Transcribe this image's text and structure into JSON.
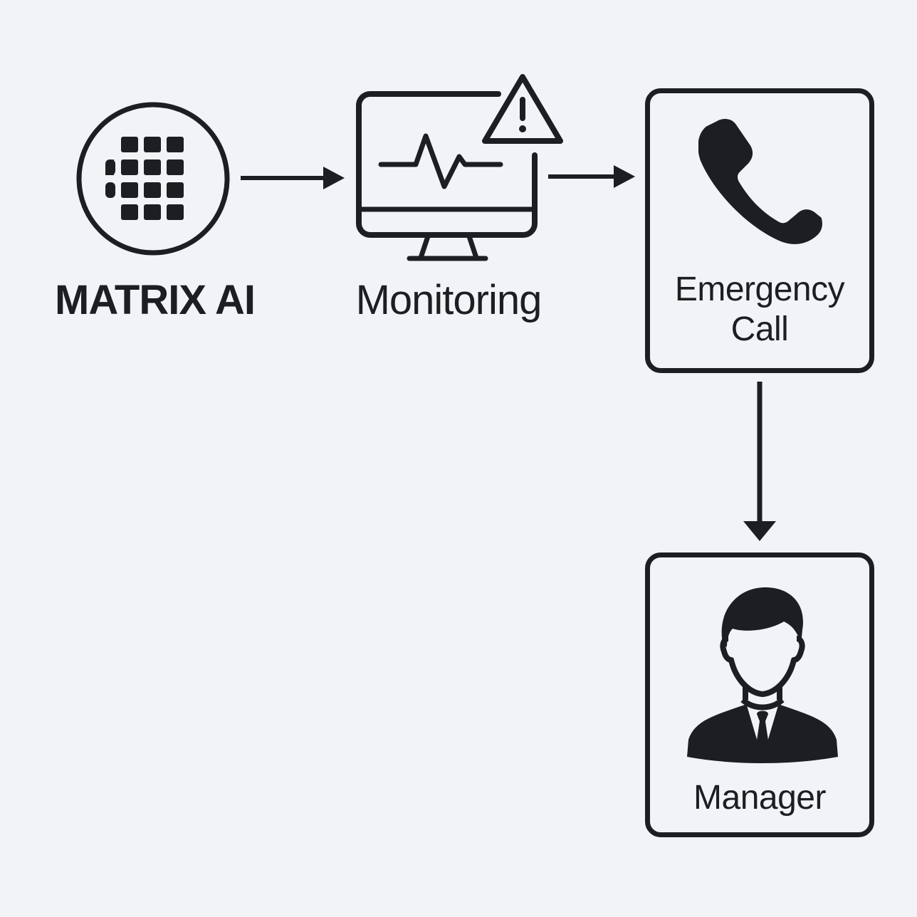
{
  "diagram": {
    "title": "",
    "colors": {
      "background": "#f2f3f6",
      "ink": "#1c1e21"
    },
    "nodes": [
      {
        "id": "matrix-ai",
        "label": "MATRIX AI",
        "icon": "grid-chip-icon"
      },
      {
        "id": "monitoring",
        "label": "Monitoring",
        "icon": "monitor-heartbeat-warning-icon"
      },
      {
        "id": "emergency-call",
        "label_line1": "Emergency",
        "label_line2": "Call",
        "icon": "phone-icon"
      },
      {
        "id": "manager",
        "label": "Manager",
        "icon": "businessman-icon"
      }
    ],
    "edges": [
      {
        "from": "matrix-ai",
        "to": "monitoring",
        "direction": "right"
      },
      {
        "from": "monitoring",
        "to": "emergency-call",
        "direction": "right"
      },
      {
        "from": "emergency-call",
        "to": "manager",
        "direction": "down"
      }
    ]
  }
}
